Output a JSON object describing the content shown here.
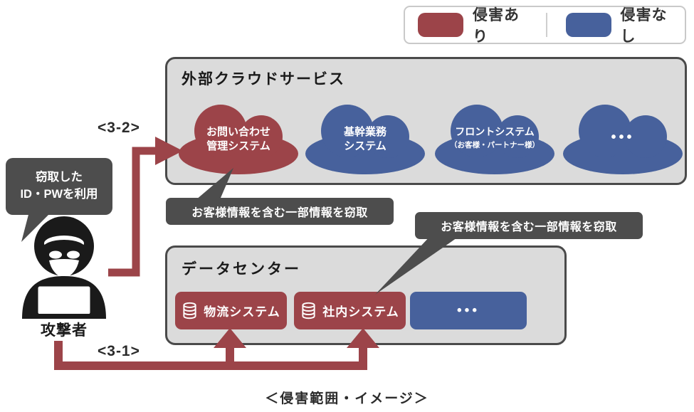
{
  "legend": {
    "items": [
      {
        "label": "侵害あり",
        "status": "breached"
      },
      {
        "label": "侵害なし",
        "status": "safe"
      }
    ]
  },
  "cloud_box": {
    "title": "外部クラウドサービス",
    "clouds": [
      {
        "line1": "お問い合わせ",
        "line2": "管理システム",
        "status": "breached"
      },
      {
        "line1": "基幹業務",
        "line2": "システム",
        "status": "safe"
      },
      {
        "line1": "フロントシステム",
        "line2": "（お客様・パートナー様）",
        "status": "safe"
      },
      {
        "dots": "•••",
        "status": "safe"
      }
    ]
  },
  "datacenter_box": {
    "title": "データセンター",
    "systems": [
      {
        "label": "物流システム",
        "status": "breached",
        "icon": "database"
      },
      {
        "label": "社内システム",
        "status": "breached",
        "icon": "database"
      },
      {
        "dots": "•••",
        "status": "safe"
      }
    ]
  },
  "callouts": {
    "cloud_theft": "お客様情報を含む一部情報を窃取",
    "dc_theft": "お客様情報を含む一部情報を窃取",
    "attacker_bubble_line1": "窃取した",
    "attacker_bubble_line2": "ID・PWを利用"
  },
  "attacker": {
    "label": "攻撃者"
  },
  "arrows": {
    "step_3_2": "<3-2>",
    "step_3_1": "<3-1>"
  },
  "caption": "＜侵害範囲・イメージ＞",
  "colors": {
    "breached": "#9C4449",
    "safe": "#47619C",
    "panel_fill": "#DBDBDB",
    "panel_border": "#4A4A4A",
    "callout_fill": "#4D4D4D"
  }
}
